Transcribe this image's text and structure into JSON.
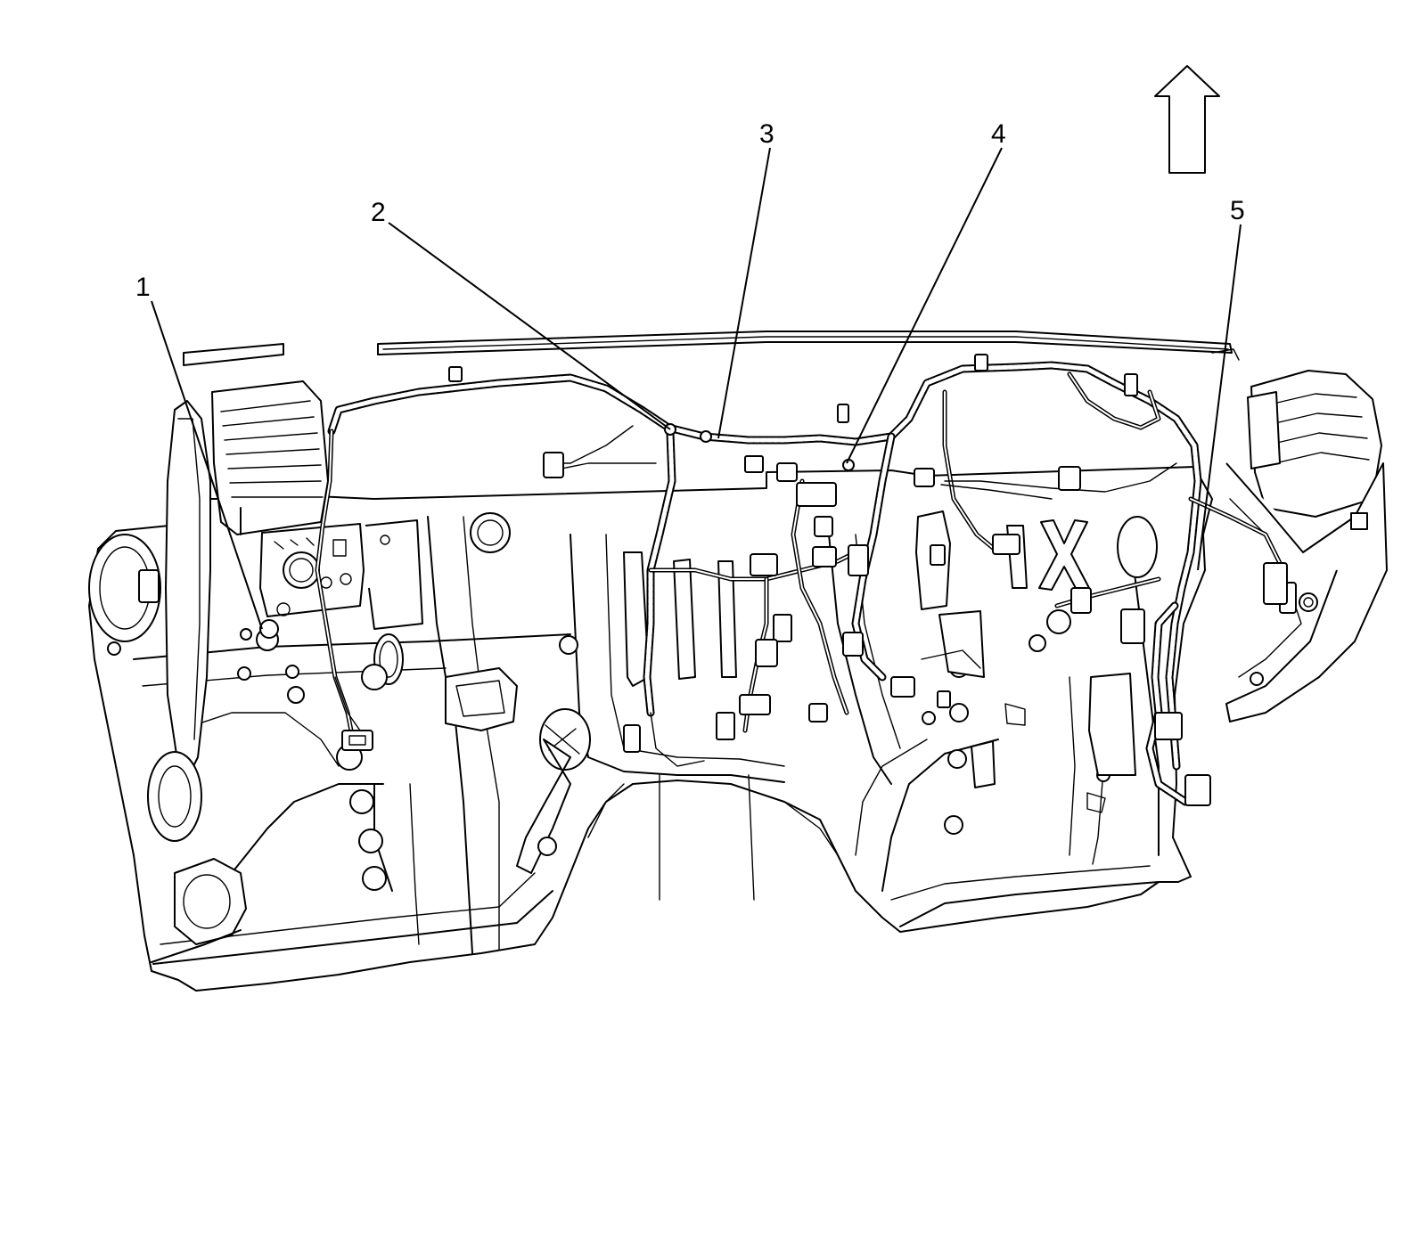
{
  "callouts": [
    {
      "id": "1",
      "label": "1"
    },
    {
      "id": "2",
      "label": "2"
    },
    {
      "id": "3",
      "label": "3"
    },
    {
      "id": "4",
      "label": "4"
    },
    {
      "id": "5",
      "label": "5"
    }
  ],
  "icons": {
    "direction_arrow": "up-arrow-icon"
  },
  "colors": {
    "line": "#000000",
    "background": "#ffffff"
  }
}
